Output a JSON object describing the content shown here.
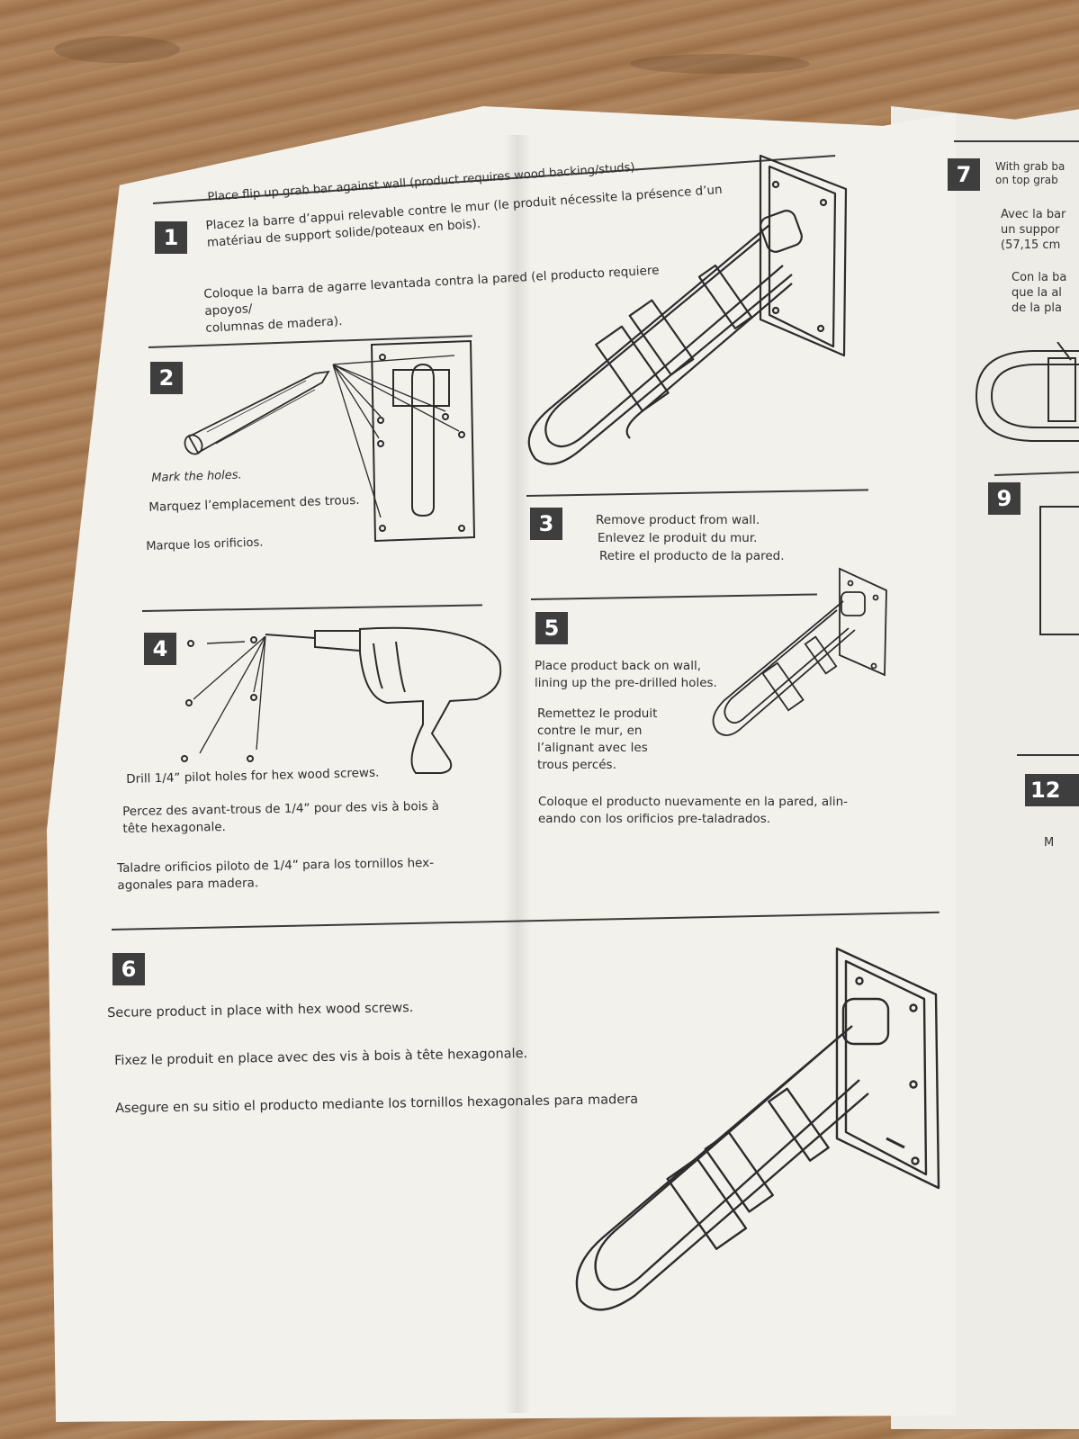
{
  "step1": {
    "num": "1",
    "en": "Place flip up grab bar against wall  (product requires wood backing/studs).",
    "fr": "Placez la barre d’appui relevable contre le mur (le produit nécessite la présence d’un\nmatériau de support solide/poteaux en bois).",
    "es": "Coloque la barra de agarre levantada contra la pared (el producto requiere apoyos/\ncolumnas de madera)."
  },
  "step2": {
    "num": "2",
    "en": "Mark the holes.",
    "fr": "Marquez l’emplacement des trous.",
    "es": "Marque los orificios."
  },
  "step3": {
    "num": "3",
    "en": "Remove product from wall.",
    "fr": "Enlevez le produit du mur.",
    "es": "Retire el producto de la pared."
  },
  "step4": {
    "num": "4",
    "en": "Drill  1/4” pilot holes for hex wood screws.",
    "fr": "Percez des avant-trous de 1/4” pour des vis à bois à\ntête hexagonale.",
    "es": "Taladre orificios piloto de 1/4” para los tornillos hex-\nagonales para madera."
  },
  "step5": {
    "num": "5",
    "en": "Place product back on wall,\nlining up the pre-drilled holes.",
    "fr": "Remettez le produit\ncontre le mur, en\nl’alignant avec les\ntrous percés.",
    "es": "Coloque el producto nuevamente en la pared, alin-\neando con los orificios pre-taladrados."
  },
  "step6": {
    "num": "6",
    "en": "Secure product in place with hex wood screws.",
    "fr": "Fixez le produit en place avec des vis à bois à tête hexagonale.",
    "es": "Asegure en su sitio el producto mediante los tornillos hexagonales para madera"
  },
  "right_page": {
    "step7_num": "7",
    "step7_en": "With grab ba\non top grab",
    "step7_fr": "Avec la bar\nun suppor\n(57,15 cm",
    "step7_es": "Con la ba\nque la al\nde la pla",
    "step9_num": "9",
    "step12_num": "12",
    "step12_text": "M"
  },
  "icons": [
    "grab-bar-icon",
    "pencil-icon",
    "mounting-plate-icon",
    "drill-icon"
  ]
}
